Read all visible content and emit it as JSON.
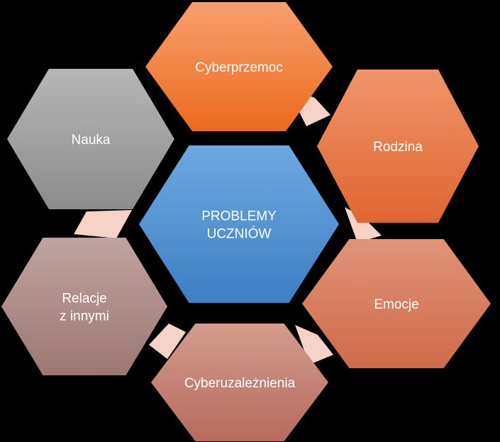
{
  "diagram": {
    "center": {
      "lines": [
        "PROBLEMY",
        "UCZNIÓW"
      ],
      "gradient": [
        "#6fa8e0",
        "#3d7fc4"
      ]
    },
    "nodes": [
      {
        "id": "cyberprzemoc",
        "lines": [
          "Cyberprzemoc"
        ],
        "gradient": [
          "#f7a070",
          "#ec6a1c"
        ]
      },
      {
        "id": "rodzina",
        "lines": [
          "Rodzina"
        ],
        "gradient": [
          "#f0956a",
          "#df6530"
        ]
      },
      {
        "id": "emocje",
        "lines": [
          "Emocje"
        ],
        "gradient": [
          "#e0937a",
          "#cf6a48"
        ]
      },
      {
        "id": "cyberuzaleznienia",
        "lines": [
          "Cyberuzależnienia"
        ],
        "gradient": [
          "#d49c8e",
          "#b56b5c"
        ]
      },
      {
        "id": "relacje",
        "lines": [
          "Relacje",
          "z innymi"
        ],
        "gradient": [
          "#bfa3a0",
          "#9c7774"
        ]
      },
      {
        "id": "nauka",
        "lines": [
          "Nauka"
        ],
        "gradient": [
          "#b6b6b6",
          "#8c8c8c"
        ]
      }
    ],
    "connector_color": "#f6d3c6"
  }
}
